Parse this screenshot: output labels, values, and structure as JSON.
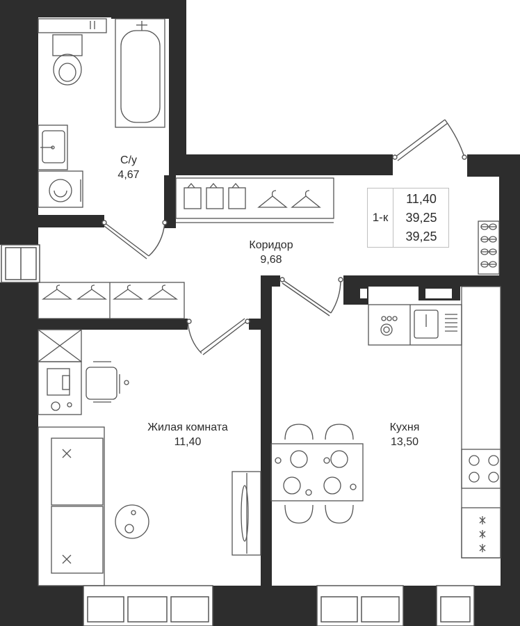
{
  "plan": {
    "colors": {
      "wall": "#2d2d2d",
      "line": "#555555",
      "fixture": "#ffffff",
      "background": "#ffffff"
    },
    "rooms": [
      {
        "id": "bathroom",
        "name": "С/у",
        "area": "4,67"
      },
      {
        "id": "corridor",
        "name": "Коридор",
        "area": "9,68"
      },
      {
        "id": "living-room",
        "name": "Жилая комната",
        "area": "11,40"
      },
      {
        "id": "kitchen",
        "name": "Кухня",
        "area": "13,50"
      }
    ],
    "summary": {
      "type": "1-к",
      "living_area": "11,40",
      "total_area": "39,25",
      "total_area_2": "39,25"
    }
  }
}
